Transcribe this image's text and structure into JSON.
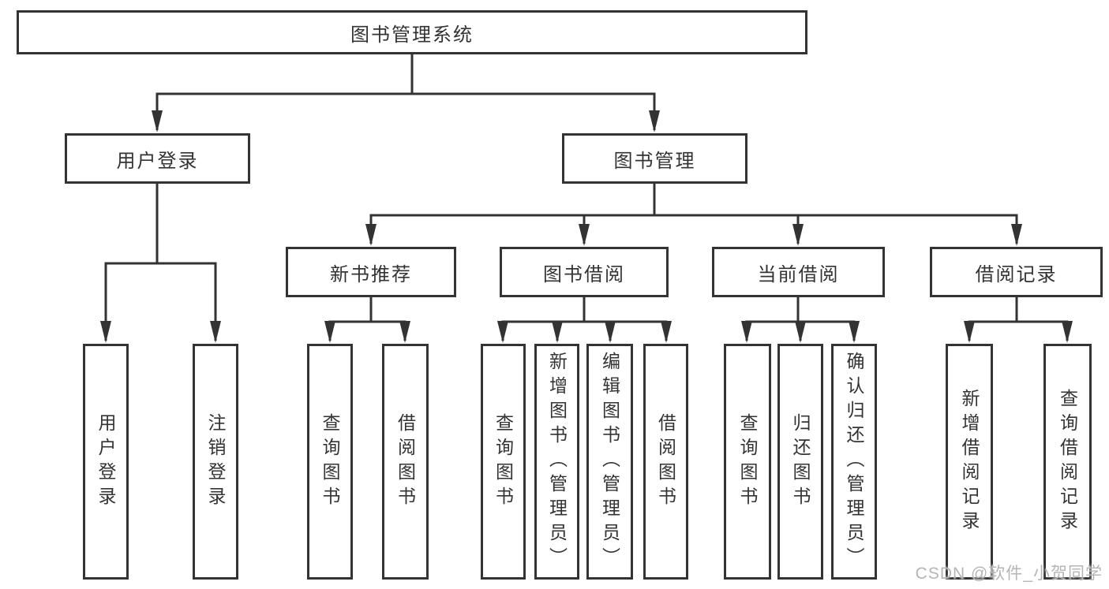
{
  "diagram": {
    "root": {
      "label": "图书管理系统"
    },
    "level2": [
      {
        "label": "用户登录"
      },
      {
        "label": "图书管理"
      }
    ],
    "level3": [
      {
        "label": "新书推荐",
        "parent": "图书管理"
      },
      {
        "label": "图书借阅",
        "parent": "图书管理"
      },
      {
        "label": "当前借阅",
        "parent": "图书管理"
      },
      {
        "label": "借阅记录",
        "parent": "图书管理"
      }
    ],
    "leaves": [
      {
        "label": "用户登录",
        "parent": "用户登录"
      },
      {
        "label": "注销登录",
        "parent": "用户登录"
      },
      {
        "label": "查询图书",
        "parent": "新书推荐"
      },
      {
        "label": "借阅图书",
        "parent": "新书推荐"
      },
      {
        "label": "查询图书",
        "parent": "图书借阅"
      },
      {
        "label": "新增图书（管理员）",
        "parent": "图书借阅"
      },
      {
        "label": "编辑图书（管理员）",
        "parent": "图书借阅"
      },
      {
        "label": "借阅图书",
        "parent": "图书借阅"
      },
      {
        "label": "查询图书",
        "parent": "当前借阅"
      },
      {
        "label": "归还图书",
        "parent": "当前借阅"
      },
      {
        "label": "确认归还（管理员）",
        "parent": "当前借阅"
      },
      {
        "label": "新增借阅记录",
        "parent": "借阅记录"
      },
      {
        "label": "查询借阅记录",
        "parent": "借阅记录"
      }
    ]
  },
  "watermark": "CSDN @软件_小贺同学",
  "colors": {
    "line": "#333333",
    "text": "#333333",
    "background": "#ffffff",
    "watermark": "#b5b5b5"
  }
}
